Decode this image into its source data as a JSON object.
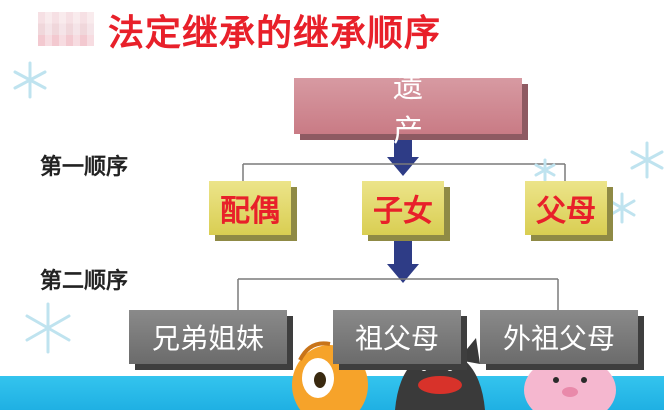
{
  "title": "法定继承的继承顺序",
  "root": {
    "label": "遗 产"
  },
  "order1": {
    "label": "第一顺序",
    "items": [
      "配偶",
      "子女",
      "父母"
    ]
  },
  "order2": {
    "label": "第二顺序",
    "items": [
      "兄弟姐妹",
      "祖父母",
      "外祖父母"
    ]
  },
  "colors": {
    "title": "#e8202a",
    "root_box": "#c97b85",
    "order1_box": "#d9ce52",
    "order1_text": "#e8202a",
    "order2_box": "#6b6b6b",
    "arrow": "#2e3c86",
    "water": "#22b6e6"
  },
  "decorations": [
    "snowflake-icon",
    "cartoon-orange-character",
    "cartoon-black-character",
    "cartoon-pink-character"
  ]
}
